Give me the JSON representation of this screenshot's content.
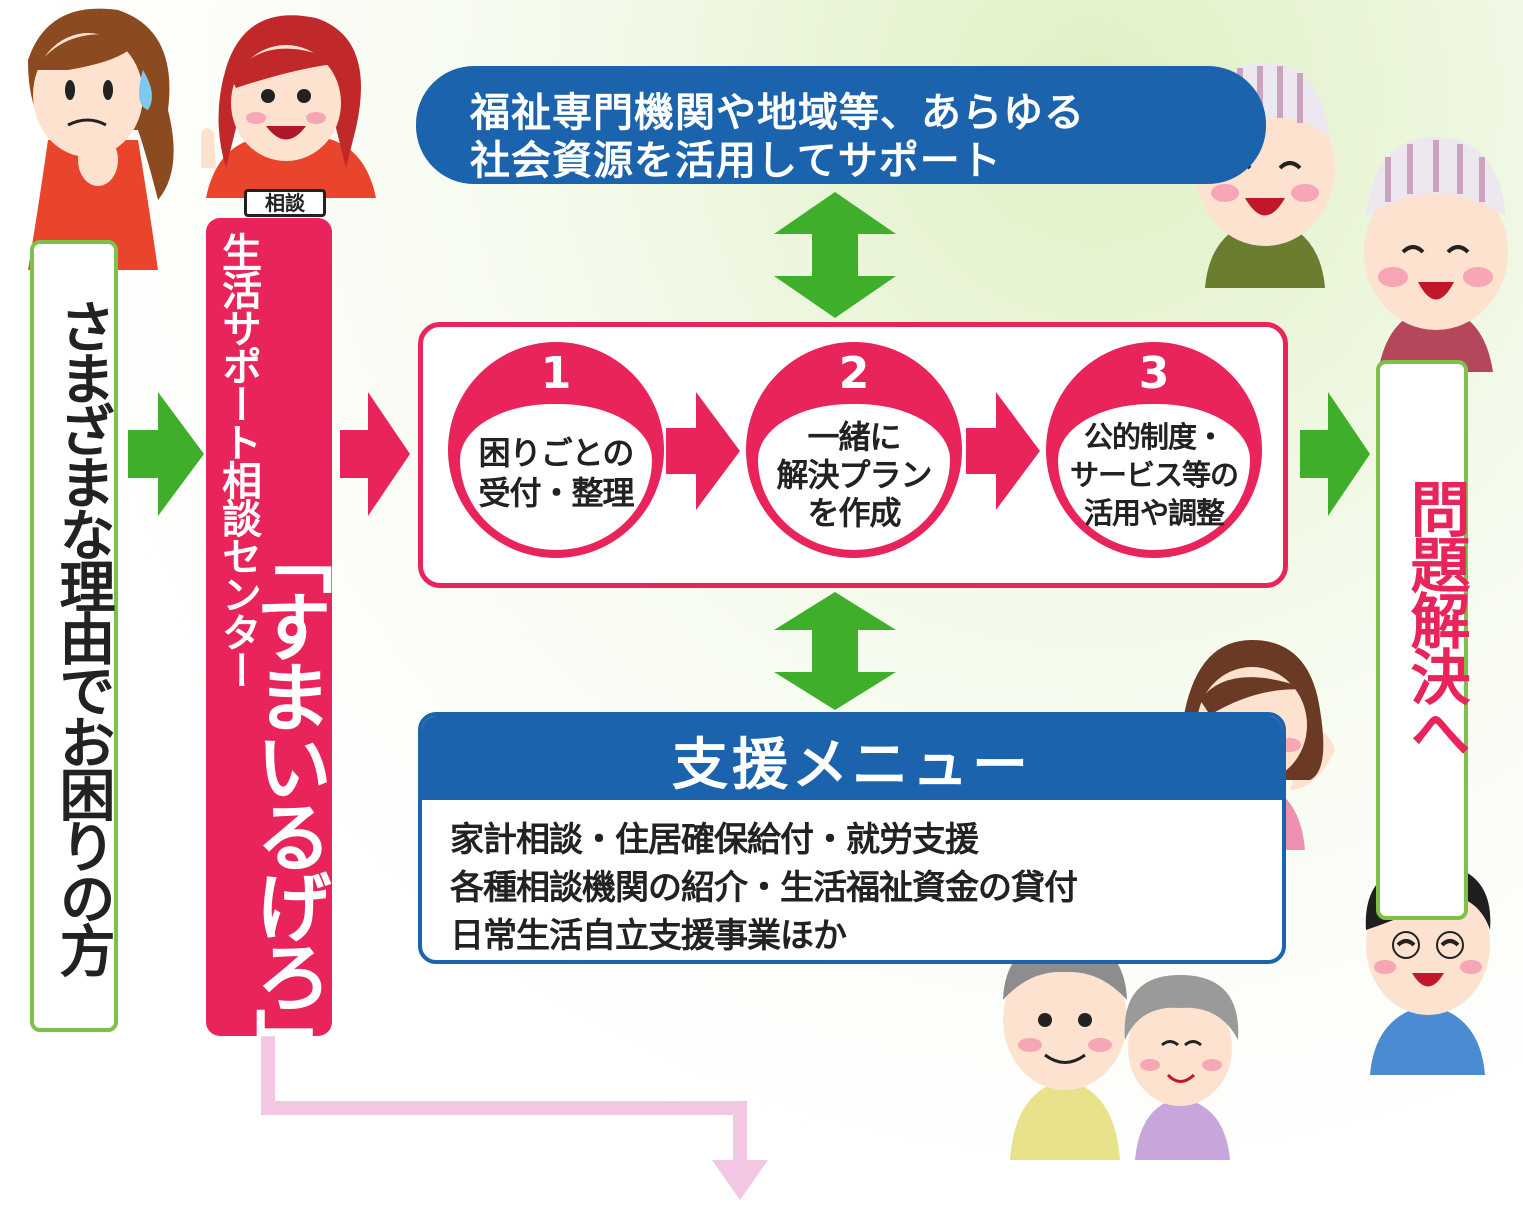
{
  "colors": {
    "pink": "#e8245a",
    "blue": "#1b63ad",
    "green": "#3fae2a",
    "light_green_border": "#7cc24a",
    "light_pink_line": "#f3c6e4"
  },
  "left": {
    "label": "さまざまな理由でお困りの方"
  },
  "consult_tag": "相談",
  "center": {
    "subtitle": "生活サポート相談センター",
    "name": "「すまいるげろ」"
  },
  "top_banner": {
    "line1": "福祉専門機関や地域等、あらゆる",
    "line2": "社会資源を活用してサポート"
  },
  "steps": [
    {
      "num": "1",
      "line1": "困りごとの",
      "line2": "受付・整理",
      "line3": ""
    },
    {
      "num": "2",
      "line1": "一緒に",
      "line2": "解決プラン",
      "line3": "を作成"
    },
    {
      "num": "3",
      "line1": "公的制度・",
      "line2": "サービス等の",
      "line3": "活用や調整"
    }
  ],
  "menu": {
    "title": "支援メニュー",
    "items": [
      "家計相談・住居確保給付・就労支援",
      "各種相談機関の紹介・生活福祉資金の貸付",
      "日常生活自立支援事業ほか"
    ]
  },
  "right": {
    "label": "問題解決へ"
  },
  "icons": {
    "worried_woman": "worried-woman-icon",
    "counselor": "counselor-icon",
    "elderly": "elderly-person-icon",
    "happy_woman": "happy-woman-icon",
    "couple": "elderly-couple-icon",
    "man": "man-icon"
  }
}
